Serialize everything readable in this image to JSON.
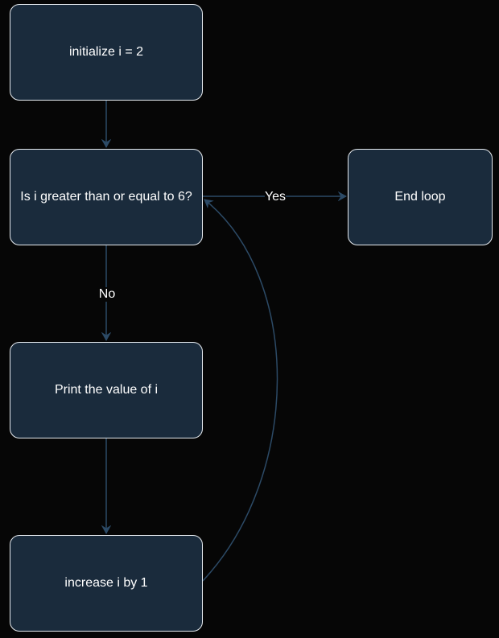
{
  "colors": {
    "background": "#060606",
    "node_fill": "#1a2b3c",
    "node_border": "#e6ebf0",
    "edge": "#2c4a66",
    "text": "#ffffff"
  },
  "nodes": {
    "init": "initialize i = 2",
    "condition": "Is i greater than or equal to 6?",
    "end": "End loop",
    "print": "Print the value of i",
    "increment": "increase i by 1"
  },
  "edges": {
    "yes_label": "Yes",
    "no_label": "No"
  }
}
